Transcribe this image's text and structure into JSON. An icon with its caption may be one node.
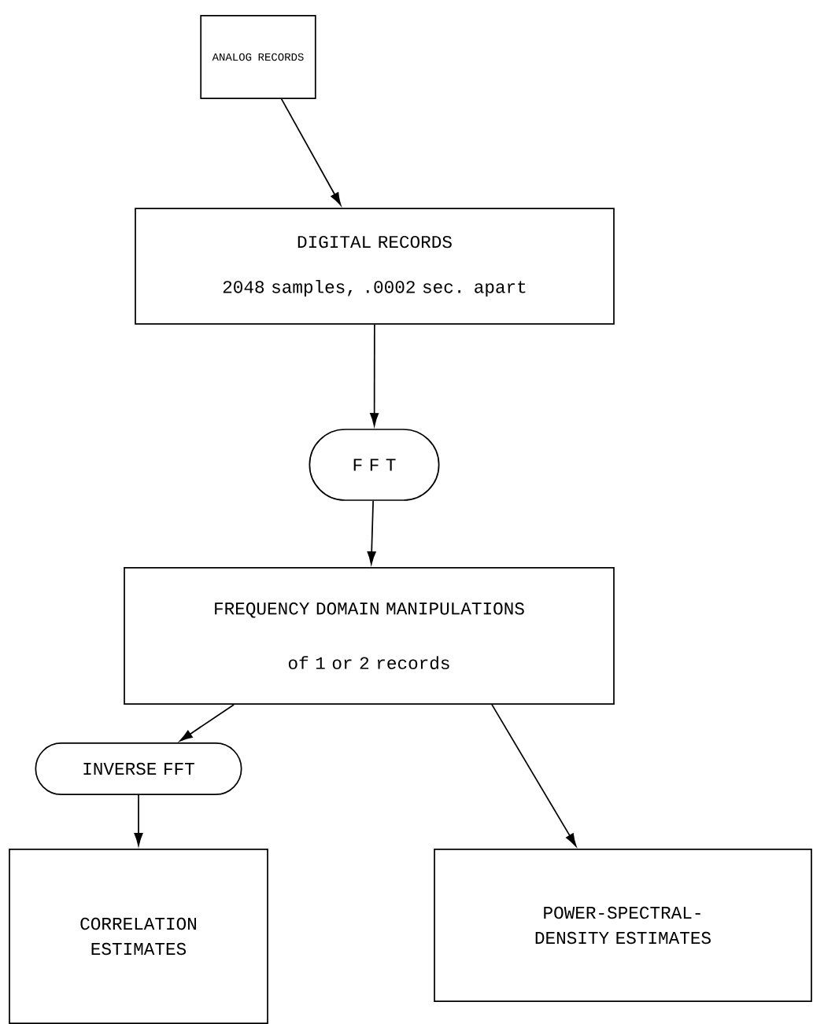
{
  "diagram": {
    "nodes": [
      {
        "text": [
          "ANALOG RECORDS"
        ]
      },
      {
        "text": [
          "DIGITAL RECORDS",
          "2048 samples, .0002 sec. apart"
        ]
      },
      {
        "text": [
          "F F T"
        ]
      },
      {
        "text": [
          "FREQUENCY DOMAIN MANIPULATIONS",
          "of 1 or 2 records"
        ]
      },
      {
        "text": [
          "INVERSE FFT"
        ]
      },
      {
        "text": [
          "CORRELATION ESTIMATES"
        ]
      },
      {
        "text": [
          "POWER-SPECTRAL-DENSITY ESTIMATES"
        ]
      }
    ],
    "edges": [
      {
        "from": 0,
        "to": 1,
        "arrow": "to"
      },
      {
        "from": 1,
        "to": 2,
        "arrow": "to"
      },
      {
        "from": 2,
        "to": 3,
        "arrow": "to"
      },
      {
        "from": 3,
        "to": 4,
        "arrow": "to"
      },
      {
        "from": 3,
        "to": 6,
        "arrow": "to"
      },
      {
        "from": 4,
        "to": 5,
        "arrow": "to"
      }
    ]
  }
}
